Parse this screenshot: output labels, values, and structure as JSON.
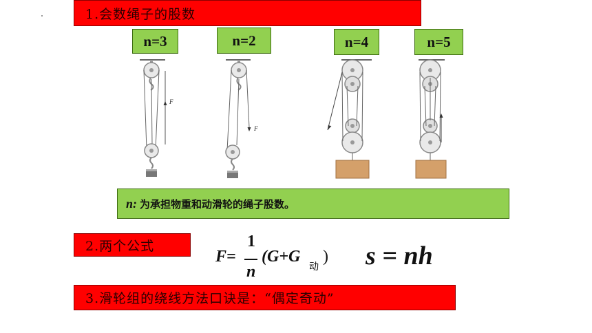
{
  "section1": {
    "title": "1.会数绳子的股数"
  },
  "diagrams": [
    {
      "n_label": "n=3",
      "force_label": "F"
    },
    {
      "n_label": "n=2",
      "force_label": "F"
    },
    {
      "n_label": "n=4"
    },
    {
      "n_label": "n=5"
    }
  ],
  "note": {
    "var": "n:",
    "text": "为承担物重和动滑轮的绳子股数。"
  },
  "section2": {
    "title": "2.两个公式"
  },
  "formula1": {
    "lhs": "F=",
    "numerator": "1",
    "denominator": "n",
    "body": "(G+G",
    "subscript": "动",
    "close": ")"
  },
  "formula2": {
    "text": "s = nh"
  },
  "section3": {
    "title": "3.滑轮组的绕线方法口诀是：“偶定奇动”"
  },
  "colors": {
    "red": "#ff0000",
    "green": "#92d050",
    "wood": "#d4a06a"
  }
}
